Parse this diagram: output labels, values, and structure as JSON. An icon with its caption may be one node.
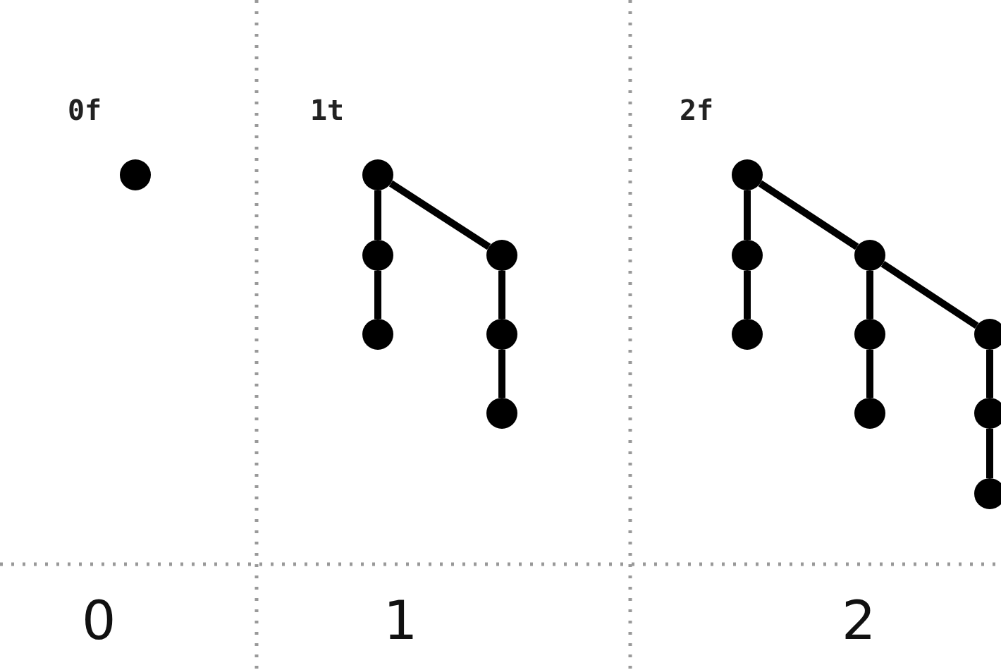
{
  "diagram": {
    "nodes": [
      {
        "text": [],
        "shape": "circle",
        "beside": [
          "0f"
        ]
      },
      {
        "text": [],
        "shape": "circle",
        "beside": [
          "1t"
        ]
      },
      {
        "text": [],
        "shape": "circle"
      },
      {
        "text": [],
        "shape": "circle"
      },
      {
        "text": [],
        "shape": "circle"
      },
      {
        "text": [],
        "shape": "circle"
      },
      {
        "text": [],
        "shape": "circle"
      },
      {
        "text": [],
        "shape": "circle",
        "beside": [
          "2f"
        ]
      },
      {
        "text": [],
        "shape": "circle"
      },
      {
        "text": [],
        "shape": "circle"
      },
      {
        "text": [],
        "shape": "circle"
      },
      {
        "text": [],
        "shape": "circle"
      },
      {
        "text": [],
        "shape": "circle"
      },
      {
        "text": [],
        "shape": "circle"
      },
      {
        "text": [],
        "shape": "circle"
      },
      {
        "text": [],
        "shape": "circle"
      }
    ],
    "edges": [
      {
        "from": 1,
        "to": 2,
        "arrow": "none"
      },
      {
        "from": 2,
        "to": 3,
        "arrow": "none"
      },
      {
        "from": 1,
        "to": 4,
        "arrow": "none"
      },
      {
        "from": 4,
        "to": 5,
        "arrow": "none"
      },
      {
        "from": 5,
        "to": 6,
        "arrow": "none"
      },
      {
        "from": 7,
        "to": 8,
        "arrow": "none"
      },
      {
        "from": 8,
        "to": 9,
        "arrow": "none"
      },
      {
        "from": 7,
        "to": 10,
        "arrow": "none"
      },
      {
        "from": 10,
        "to": 11,
        "arrow": "none"
      },
      {
        "from": 11,
        "to": 12,
        "arrow": "none"
      },
      {
        "from": 10,
        "to": 13,
        "arrow": "none"
      },
      {
        "from": 13,
        "to": 14,
        "arrow": "none"
      },
      {
        "from": 14,
        "to": 15,
        "arrow": "none"
      }
    ],
    "labels": [
      "0",
      "1",
      "2"
    ]
  }
}
